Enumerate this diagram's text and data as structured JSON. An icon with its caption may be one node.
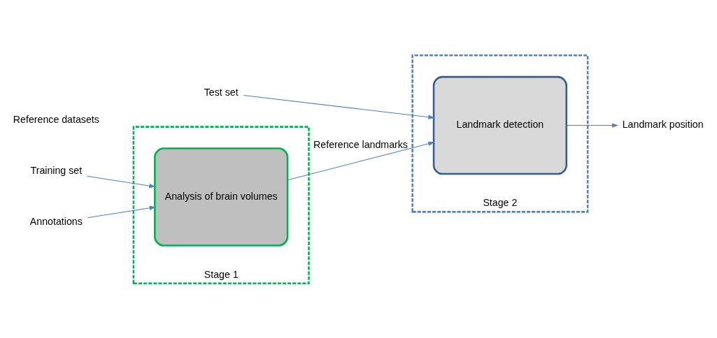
{
  "diagram": {
    "nodes": [
      {
        "text": [
          "Stage 1"
        ]
      },
      {
        "text": [
          "Analysis of brain volumes"
        ],
        "in": 0
      },
      {
        "text": [
          "Stage 2"
        ]
      },
      {
        "text": [
          "Landmark detection"
        ],
        "in": 2
      },
      {
        "text": [
          "Training set"
        ]
      },
      {
        "text": [
          "Annotations"
        ]
      },
      {
        "text": [
          "Test set"
        ]
      },
      {
        "text": [
          "Landmark position"
        ]
      }
    ],
    "edges": [
      {
        "from": 4,
        "to": 1,
        "arrow": "to"
      },
      {
        "from": 5,
        "to": 1,
        "arrow": "to"
      },
      {
        "from": 1,
        "to": 3,
        "arrow": "to",
        "label": "Reference landmarks"
      },
      {
        "from": 6,
        "to": 3,
        "arrow": "to"
      },
      {
        "from": 3,
        "to": 7,
        "arrow": "to"
      }
    ],
    "labels": [
      "Reference datasets"
    ]
  }
}
